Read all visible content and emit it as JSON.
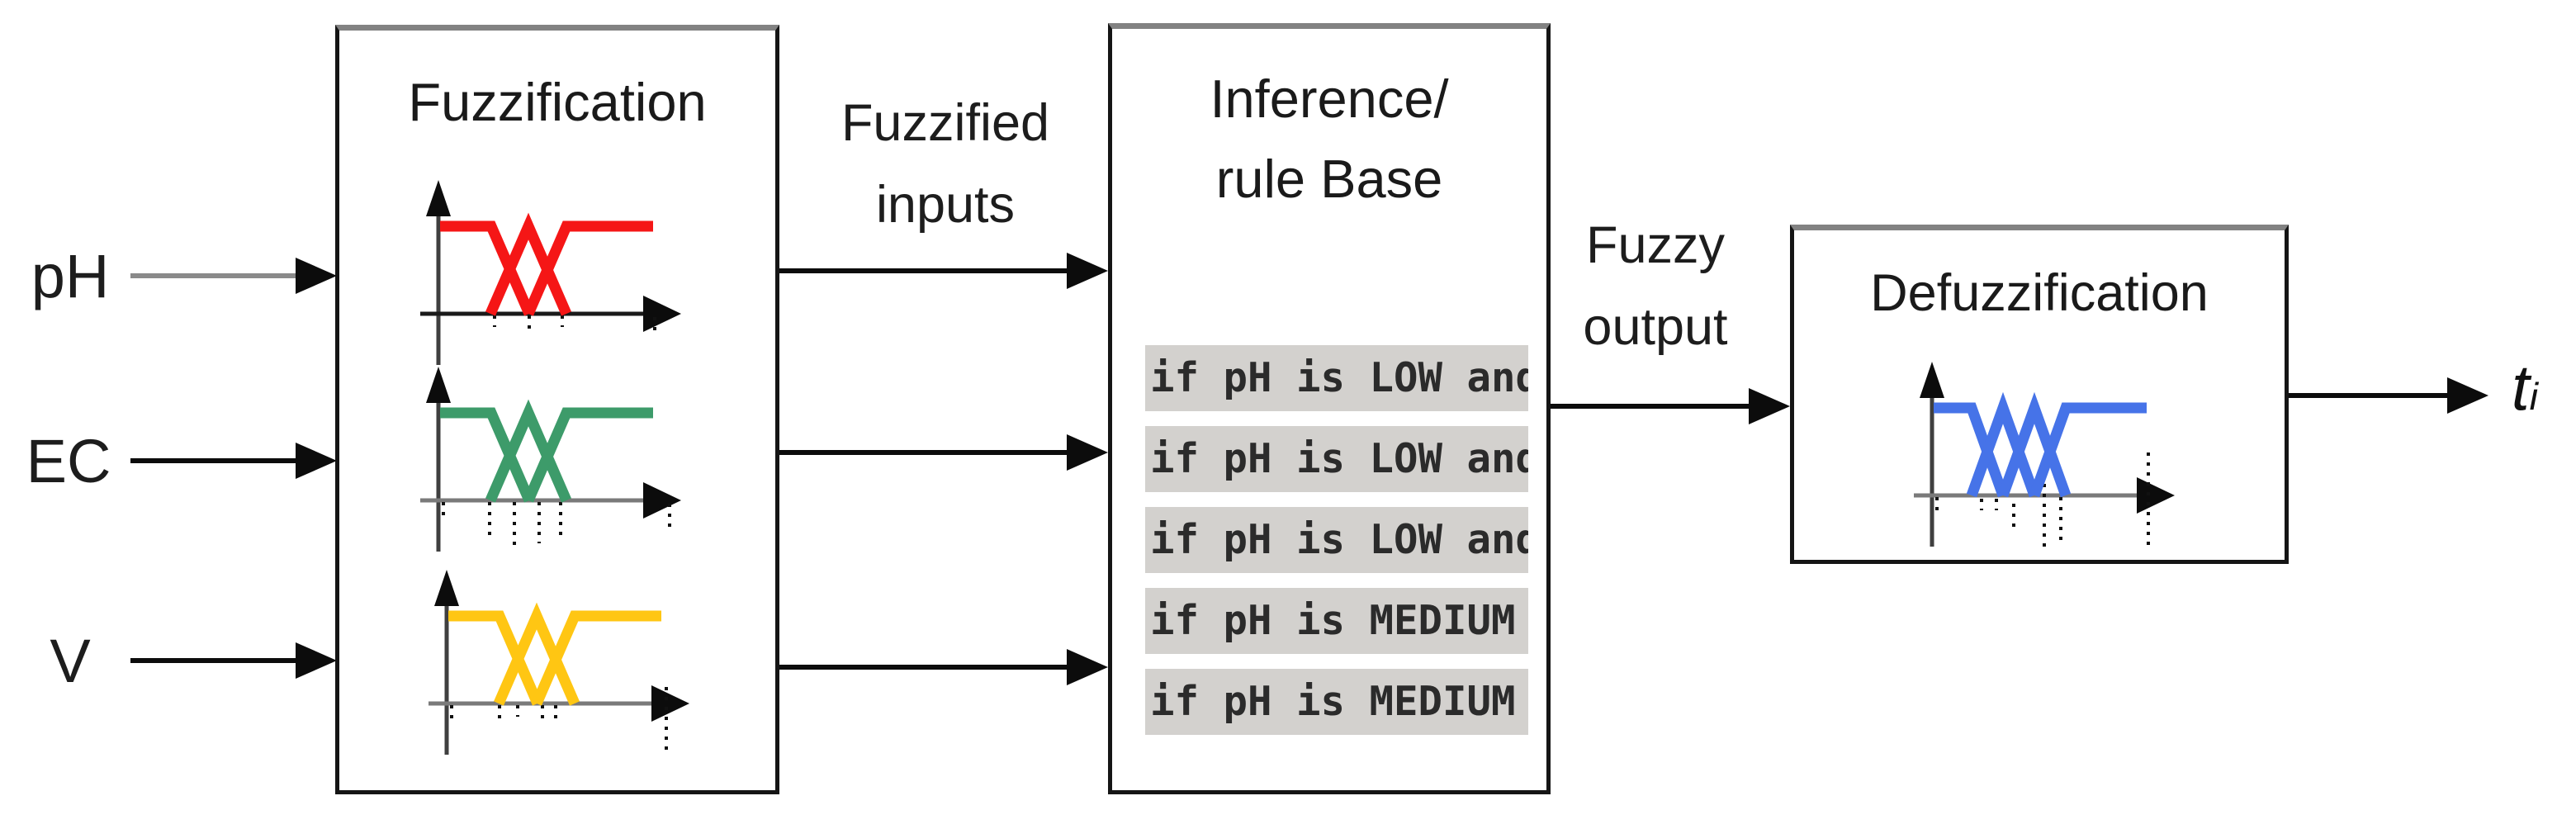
{
  "diagram": {
    "inputs": [
      {
        "label": "pH"
      },
      {
        "label": "EC"
      },
      {
        "label": "V"
      }
    ],
    "fuzzification": {
      "title": "Fuzzification"
    },
    "fuzzified_inputs_label": {
      "line1": "Fuzzified",
      "line2": "inputs"
    },
    "inference": {
      "title_line1": "Inference/",
      "title_line2": "rule Base",
      "rules": [
        "if pH is LOW and",
        "if pH is LOW and",
        "if pH is LOW and",
        "if pH is MEDIUM",
        "if pH is MEDIUM"
      ]
    },
    "fuzzy_output_label": {
      "line1": "Fuzzy",
      "line2": "output"
    },
    "defuzzification": {
      "title": "Defuzzification"
    },
    "output": {
      "symbol": "t",
      "subscript": "i"
    },
    "colors": {
      "ph_membership": "#f51616",
      "ec_membership": "#3d9b6a",
      "v_membership": "#ffc613",
      "output_membership": "#4673e8",
      "rule_row_bg": "#d3d1ce"
    }
  }
}
